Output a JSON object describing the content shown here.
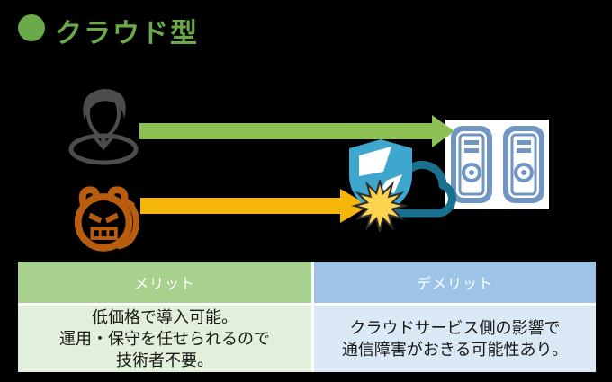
{
  "background_color": "#000000",
  "header": {
    "bullet_icon": "circle-bullet-icon",
    "title": "クラウド型",
    "title_color": "#6aaa4b"
  },
  "diagram": {
    "user_icon": "businessman-icon",
    "attacker_icon": "devil-icon",
    "safe_arrow": {
      "icon": "green-arrow-icon",
      "color": "#8dc052",
      "from": "user",
      "to": "cloud-servers"
    },
    "attack_arrow": {
      "icon": "yellow-arrow-icon",
      "color": "#f6b50a",
      "from": "attacker",
      "to": "shield-block"
    },
    "shield_icon": "shield-icon",
    "cloud_icon": "cloud-icon",
    "burst_icon": "impact-burst-icon",
    "server_icon": "server-towers-icon",
    "colors": {
      "person": "#4d4d4d",
      "devil": "#b85c0e",
      "shield": "#3fa7cd",
      "cloud": "#19718f",
      "burst": "#fdd44f",
      "server": "#7296c4"
    }
  },
  "table": {
    "columns": [
      {
        "header": "メリット",
        "header_bg": "#a9d18e",
        "body_bg": "#e2efda",
        "lines": [
          "低価格で導入可能。",
          "運用・保守を任せられるので",
          "技術者不要。"
        ]
      },
      {
        "header": "デメリット",
        "header_bg": "#9dc3e6",
        "body_bg": "#dbe8f5",
        "lines": [
          "クラウドサービス側の影響で",
          "通信障害がおきる可能性あり。"
        ]
      }
    ]
  }
}
